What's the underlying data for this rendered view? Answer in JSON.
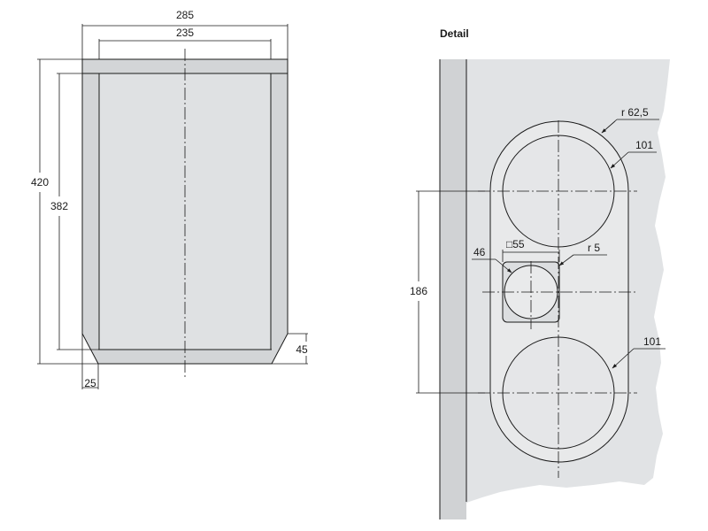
{
  "front_view": {
    "dim_width_outer": "285",
    "dim_width_inner": "235",
    "dim_height_outer": "420",
    "dim_height_inner": "382",
    "dim_bevel_height": "45",
    "dim_bevel_width": "25"
  },
  "detail_view": {
    "title": "Detail",
    "dim_slot_radius": "r 62,5",
    "dim_hole_top": "101",
    "dim_hole_bottom": "101",
    "dim_square": "□55",
    "dim_corner_radius": "r 5",
    "dim_small_hole": "46",
    "dim_spacing": "186"
  },
  "colors": {
    "panel_fill": "#d5d7d9",
    "panel_dark": "#c4c6c8",
    "background_fill": "#e1e3e5",
    "hole_fill": "#e8e9ea",
    "line": "#1a1a1a"
  }
}
